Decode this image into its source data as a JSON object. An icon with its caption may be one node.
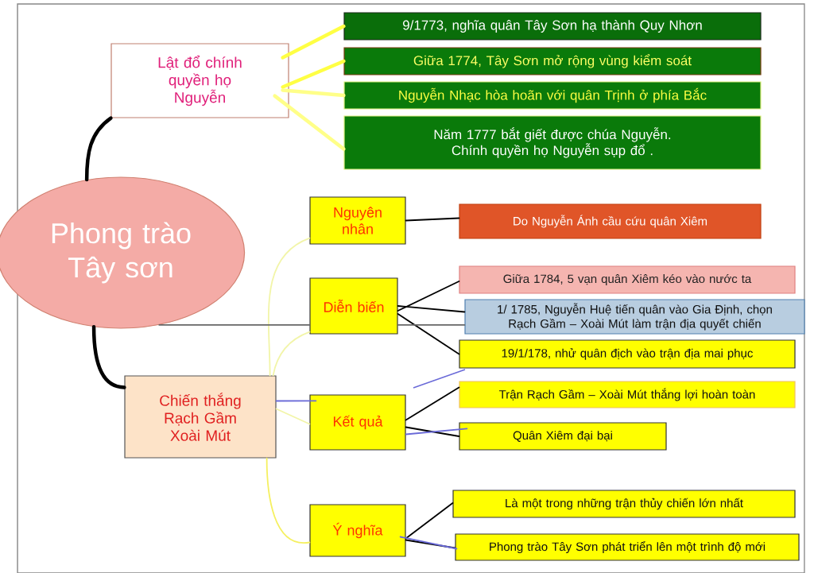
{
  "diagram": {
    "nodes": [
      {
        "text": [
          "Phong trào Tây sơn"
        ]
      },
      {
        "text": [
          "Lật đổ chính quyền họ Nguyễn"
        ]
      },
      {
        "text": [
          "9/1773, nghĩa quân Tây Sơn hạ thành Quy Nhơn"
        ]
      },
      {
        "text": [
          "Giữa 1774, Tây Sơn mở rộng vùng kiểm soát"
        ]
      },
      {
        "text": [
          "Nguyễn Nhạc hòa hoãn với quân Trịnh ở phía Bắc"
        ]
      },
      {
        "text": [
          "Năm 1777 bắt giết được chúa Nguyễn. Chính quyền họ Nguyễn sụp đổ ."
        ]
      },
      {
        "text": [
          "Chiến thắng Rạch Gầm Xoài Mút"
        ]
      },
      {
        "text": [
          "Nguyên nhân"
        ]
      },
      {
        "text": [
          "Diễn biến"
        ]
      },
      {
        "text": [
          "Kết quả"
        ]
      },
      {
        "text": [
          "Ý nghĩa"
        ]
      },
      {
        "text": [
          "Do Nguyễn Ánh cầu cứu quân Xiêm"
        ]
      },
      {
        "text": [
          "Giữa 1784, 5 vạn quân Xiêm kéo vào nước ta"
        ]
      },
      {
        "text": [
          "1/ 1785, Nguyễn Huệ tiến quân vào Gia Định, chọn Rạch Gầm – Xoài Mút làm trận địa quyết chiến"
        ]
      },
      {
        "text": [
          "19/1/178, nhử quân địch vào trận địa mai phục"
        ]
      },
      {
        "text": [
          "Trận Rạch Gầm – Xoài Mút thắng lợi hoàn toàn"
        ]
      },
      {
        "text": [
          "Quân Xiêm đại bại"
        ]
      },
      {
        "text": [
          "Là một trong những trận thủy chiến lớn nhất"
        ]
      },
      {
        "text": [
          "Phong trào Tây Sơn phát triển lên một trình độ mới"
        ]
      }
    ],
    "edges": [
      {
        "from": 0,
        "to": 1,
        "arrow": "none",
        "style": "thick"
      },
      {
        "from": 0,
        "to": 6,
        "arrow": "none",
        "style": "thick"
      },
      {
        "from": 1,
        "to": 2,
        "arrow": "none",
        "style": "thick",
        "color": "#ffff44"
      },
      {
        "from": 1,
        "to": 3,
        "arrow": "none",
        "style": "thick",
        "color": "#ffff44"
      },
      {
        "from": 1,
        "to": 4,
        "arrow": "none",
        "style": "thick",
        "color": "#ffff88"
      },
      {
        "from": 1,
        "to": 5,
        "arrow": "none",
        "style": "thick",
        "color": "#ffff88"
      },
      {
        "from": 6,
        "to": 7,
        "arrow": "none",
        "color": "#f2f5a8"
      },
      {
        "from": 6,
        "to": 8,
        "arrow": "none",
        "color": "#f2f5a8"
      },
      {
        "from": 6,
        "to": 9,
        "arrow": "none",
        "color": "#f2f5a8"
      },
      {
        "from": 6,
        "to": 10,
        "arrow": "none",
        "color": "#f5f060"
      },
      {
        "from": 7,
        "to": 11,
        "arrow": "none"
      },
      {
        "from": 8,
        "to": 12,
        "arrow": "none"
      },
      {
        "from": 8,
        "to": 13,
        "arrow": "none"
      },
      {
        "from": 8,
        "to": 14,
        "arrow": "none"
      },
      {
        "from": 9,
        "to": 15,
        "arrow": "none"
      },
      {
        "from": 9,
        "to": 16,
        "arrow": "none"
      },
      {
        "from": 10,
        "to": 17,
        "arrow": "none"
      },
      {
        "from": 10,
        "to": 18,
        "arrow": "none"
      },
      {
        "from": 0,
        "to": 8,
        "arrow": "none",
        "color": "#666666"
      },
      {
        "from": 8,
        "to": 13,
        "arrow": "none",
        "color": "#666666"
      },
      {
        "from": 6,
        "to": 9,
        "arrow": "none",
        "color": "#6a6ad8"
      },
      {
        "from": 9,
        "to": 16,
        "arrow": "none",
        "color": "#6a6ad8"
      },
      {
        "from": 10,
        "to": 18,
        "arrow": "none",
        "color": "#6a6ad8"
      }
    ]
  }
}
